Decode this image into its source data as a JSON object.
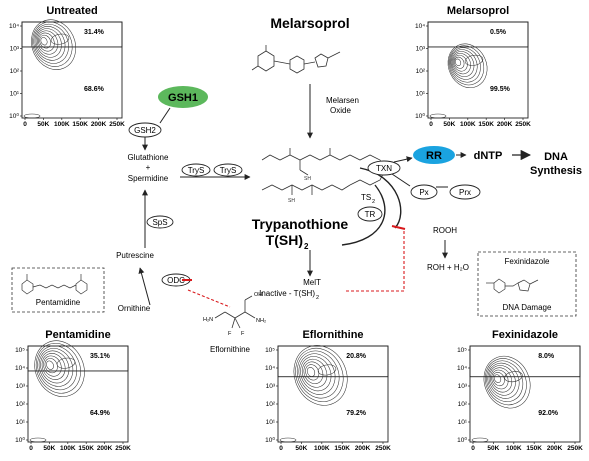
{
  "panels": {
    "untreated": {
      "title": "Untreated",
      "upper_pct": "31.4%",
      "lower_pct": "68.6%"
    },
    "melarsoprol": {
      "title": "Melarsoprol",
      "upper_pct": "0.5%",
      "lower_pct": "99.5%"
    },
    "pentamidine": {
      "title": "Pentamidine",
      "upper_pct": "35.1%",
      "lower_pct": "64.9%"
    },
    "eflornithine": {
      "title": "Eflornithine",
      "upper_pct": "20.8%",
      "lower_pct": "79.2%"
    },
    "fexinidazole": {
      "title": "Fexinidazole",
      "upper_pct": "8.0%",
      "lower_pct": "92.0%"
    }
  },
  "axis": {
    "y_ticks": [
      "10⁵",
      "10⁴",
      "10³",
      "10²",
      "10¹",
      "10⁰"
    ],
    "x_ticks": [
      "0",
      "50K",
      "100K",
      "150K",
      "200K",
      "250K"
    ]
  },
  "pathway": {
    "drug_melarsoprol": "Melarsoprol",
    "melarsen_oxide_1": "Melarsen",
    "melarsen_oxide_2": "Oxide",
    "gsh1": "GSH1",
    "gsh2": "GSH2",
    "glutathione": "Glutathione",
    "plus": "+",
    "spermidine": "Spermidine",
    "trys1": "TryS",
    "trys2": "TryS",
    "sps": "SpS",
    "putrescine": "Putrescine",
    "odc": "ODC",
    "ornithine": "Ornithine",
    "eflornithine_label": "Eflornithine",
    "pentamidine_box": "Pentamidine",
    "trypanothione": "Trypanothione",
    "tsh2_main": "T(SH)",
    "tsh2_sub": "2",
    "ts2_main": "TS",
    "ts2_sub": "2",
    "tr": "TR",
    "txn": "TXN",
    "rr": "RR",
    "dntp": "dNTP",
    "dna_1": "DNA",
    "dna_2": "Synthesis",
    "px": "Px",
    "prx": "Prx",
    "rooh": "ROOH",
    "roh": "ROH + H₂O",
    "melt_1": "MelT",
    "melt_2_main": "Inactive - T(SH)",
    "melt_2_sub": "2",
    "fexinidazole_box": "Fexinidazole",
    "dna_damage": "DNA Damage",
    "colors": {
      "gsh1": "#5cb85c",
      "rr": "#1aa3e0",
      "inhibit": "#d9191c"
    }
  }
}
